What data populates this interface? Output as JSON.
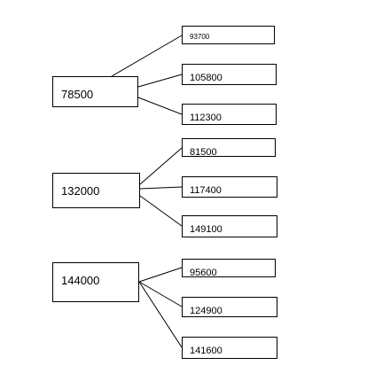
{
  "groups": [
    {
      "root": "78500",
      "children": [
        "93700",
        "105800",
        "112300"
      ]
    },
    {
      "root": "132000",
      "children": [
        "81500",
        "117400",
        "149100"
      ]
    },
    {
      "root": "144000",
      "children": [
        "95600",
        "124900",
        "141600"
      ]
    }
  ],
  "style": {
    "line_color": "#000000",
    "box_border_color": "#000000",
    "background_color": "#ffffff"
  }
}
